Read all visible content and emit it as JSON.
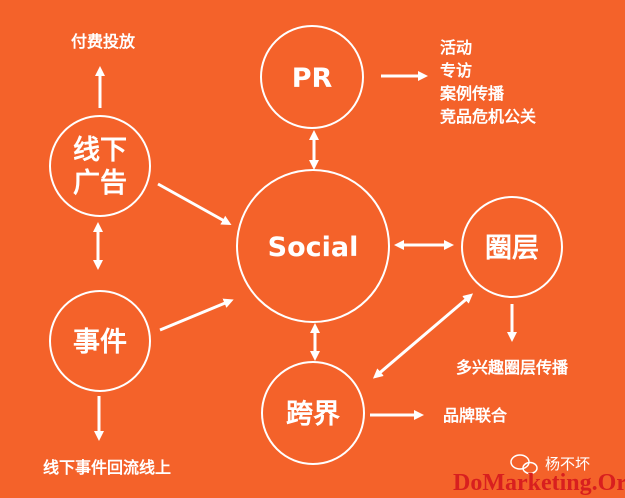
{
  "nodes": {
    "social": "Social",
    "pr": "PR",
    "offline_ads_line1": "线下",
    "offline_ads_line2": "广告",
    "events": "事件",
    "circles": "圈层",
    "crossover": "跨界"
  },
  "labels": {
    "paid_placement": "付费投放",
    "pr_items": [
      "活动",
      "专访",
      "案例传播",
      "竞品危机公关"
    ],
    "multi_interest": "多兴趣圈层传播",
    "brand_alliance": "品牌联合",
    "offline_return": "线下事件回流线上"
  },
  "watermark": {
    "account": "杨不坏",
    "site": "DoMarketing.Org"
  },
  "colors": {
    "background": "#f4622a",
    "foreground": "#ffffff",
    "watermark": "#d81f1f"
  }
}
